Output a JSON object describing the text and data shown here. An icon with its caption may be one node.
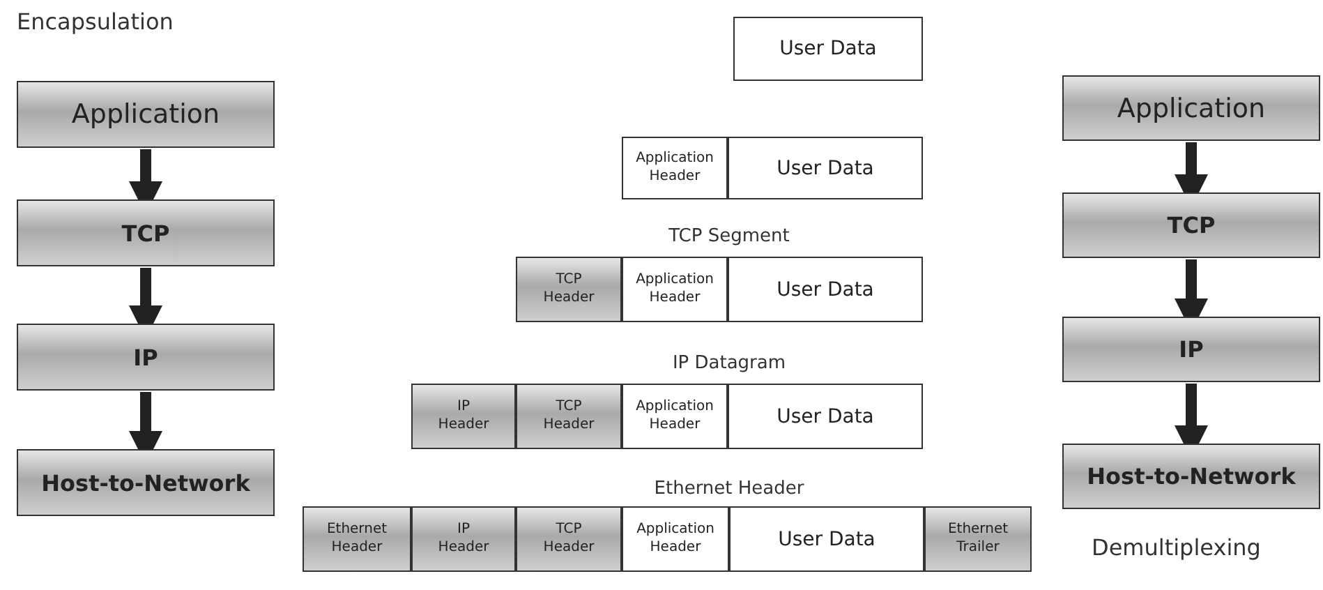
{
  "diagram": {
    "nodes": [
      {
        "text": [
          "Application"
        ]
      },
      {
        "text": [
          "TCP"
        ]
      },
      {
        "text": [
          "IP"
        ]
      },
      {
        "text": [
          "Host-to-Network"
        ]
      },
      {
        "text": [
          "Application"
        ]
      },
      {
        "text": [
          "TCP"
        ]
      },
      {
        "text": [
          "IP"
        ]
      },
      {
        "text": [
          "Host-to-Network"
        ]
      },
      {
        "text": [
          "User Data"
        ]
      },
      {
        "text": [
          "Application Header"
        ]
      },
      {
        "text": [
          "User Data"
        ]
      },
      {
        "text": [
          "TCP Header"
        ]
      },
      {
        "text": [
          "Application Header"
        ]
      },
      {
        "text": [
          "User Data"
        ]
      },
      {
        "text": [
          "IP Header"
        ]
      },
      {
        "text": [
          "TCP Header"
        ]
      },
      {
        "text": [
          "Application Header"
        ]
      },
      {
        "text": [
          "User Data"
        ]
      },
      {
        "text": [
          "Ethernet Header"
        ]
      },
      {
        "text": [
          "IP Header"
        ]
      },
      {
        "text": [
          "TCP Header"
        ]
      },
      {
        "text": [
          "Application Header"
        ]
      },
      {
        "text": [
          "User Data"
        ]
      },
      {
        "text": [
          "Ethernet Trailer"
        ]
      }
    ],
    "edges": [
      {
        "from": 0,
        "to": 1,
        "arrow": "to"
      },
      {
        "from": 1,
        "to": 2,
        "arrow": "to"
      },
      {
        "from": 2,
        "to": 3,
        "arrow": "to"
      },
      {
        "from": 4,
        "to": 5,
        "arrow": "to"
      },
      {
        "from": 5,
        "to": 6,
        "arrow": "to"
      },
      {
        "from": 6,
        "to": 7,
        "arrow": "to"
      }
    ],
    "labels": [
      "Encapsulation",
      "TCP Segment",
      "IP Datagram",
      "Ethernet Header",
      "Demultiplexing"
    ]
  }
}
